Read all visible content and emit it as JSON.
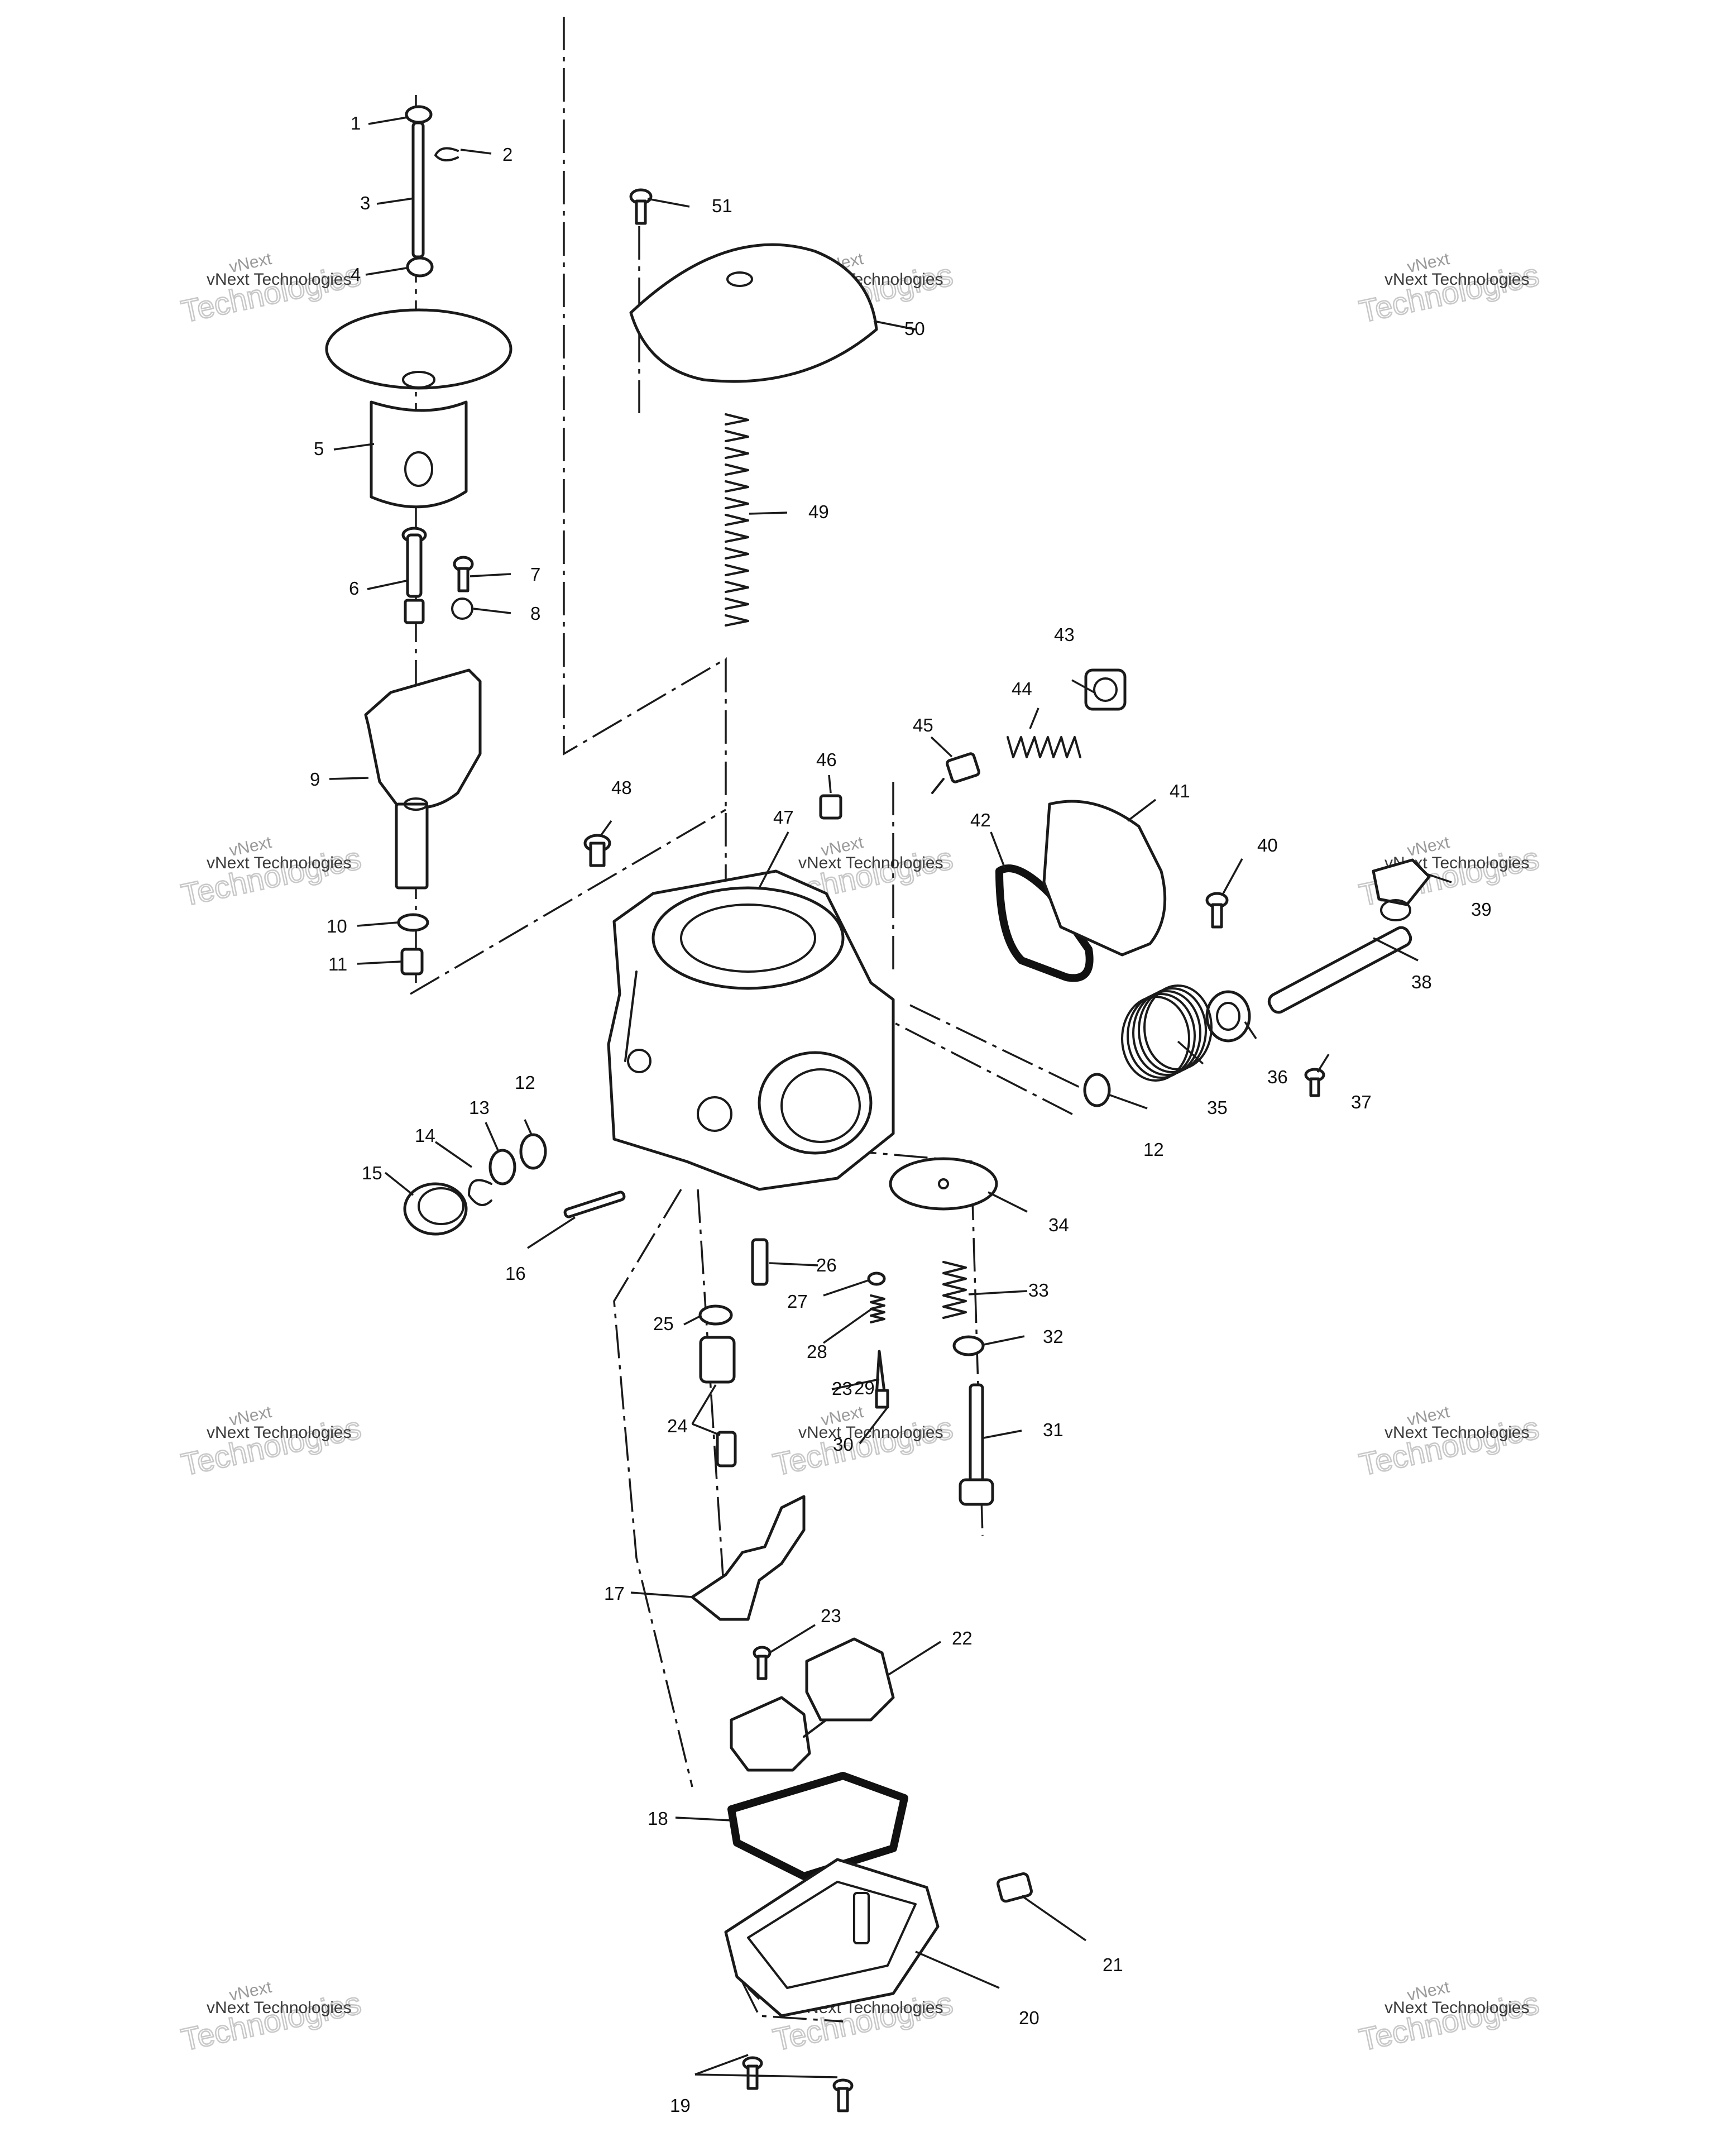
{
  "callouts": [
    {
      "label": "1"
    },
    {
      "label": "2"
    },
    {
      "label": "3"
    },
    {
      "label": "4"
    },
    {
      "label": "5"
    },
    {
      "label": "6"
    },
    {
      "label": "7"
    },
    {
      "label": "8"
    },
    {
      "label": "9"
    },
    {
      "label": "10"
    },
    {
      "label": "11"
    },
    {
      "label": "12"
    },
    {
      "label": "12"
    },
    {
      "label": "13"
    },
    {
      "label": "14"
    },
    {
      "label": "15"
    },
    {
      "label": "16"
    },
    {
      "label": "17"
    },
    {
      "label": "18"
    },
    {
      "label": "19"
    },
    {
      "label": "20"
    },
    {
      "label": "21"
    },
    {
      "label": "22"
    },
    {
      "label": "23"
    },
    {
      "label": "23"
    },
    {
      "label": "24"
    },
    {
      "label": "25"
    },
    {
      "label": "26"
    },
    {
      "label": "27"
    },
    {
      "label": "28"
    },
    {
      "label": "29"
    },
    {
      "label": "30"
    },
    {
      "label": "31"
    },
    {
      "label": "32"
    },
    {
      "label": "33"
    },
    {
      "label": "34"
    },
    {
      "label": "35"
    },
    {
      "label": "36"
    },
    {
      "label": "37"
    },
    {
      "label": "38"
    },
    {
      "label": "39"
    },
    {
      "label": "40"
    },
    {
      "label": "41"
    },
    {
      "label": "42"
    },
    {
      "label": "43"
    },
    {
      "label": "44"
    },
    {
      "label": "45"
    },
    {
      "label": "46"
    },
    {
      "label": "47"
    },
    {
      "label": "48"
    },
    {
      "label": "49"
    },
    {
      "label": "50"
    },
    {
      "label": "51"
    }
  ],
  "watermark": {
    "line_top": "vNext",
    "line_big": "Technologies",
    "line_mid": "vNext Technologies"
  }
}
